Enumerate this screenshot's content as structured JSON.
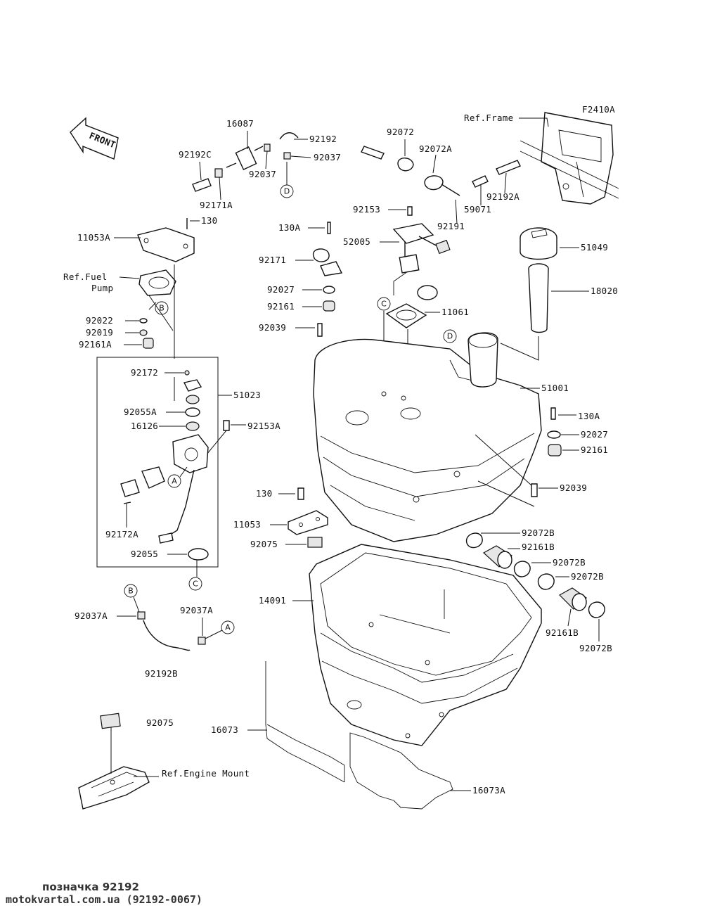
{
  "diagram_code": "F2410A",
  "front_label": "FRONT",
  "ref_labels": {
    "frame": "Ref.Frame",
    "fuel_pump_line1": "Ref.Fuel",
    "fuel_pump_line2": "Pump",
    "engine_mount": "Ref.Engine Mount"
  },
  "callouts": {
    "c16087": "16087",
    "c92192": "92192",
    "c92037_top": "92037",
    "c92037_mid": "92037",
    "c92192C": "92192C",
    "c92171A": "92171A",
    "c92072": "92072",
    "c92072A": "92072A",
    "c92192A": "92192A",
    "c59071": "59071",
    "c92191": "92191",
    "c92153": "92153",
    "c52005": "52005",
    "c130A_top": "130A",
    "c92171": "92171",
    "c92027_left": "92027",
    "c92161_left": "92161",
    "c92039_left": "92039",
    "c11061": "11061",
    "c51049": "51049",
    "c18020": "18020",
    "c51001": "51001",
    "c130A_right": "130A",
    "c92027_right": "92027",
    "c92161_right": "92161",
    "c92039_right": "92039",
    "c11053A": "11053A",
    "c130_top": "130",
    "c92022": "92022",
    "c92019": "92019",
    "c92161A": "92161A",
    "c92172": "92172",
    "c51023": "51023",
    "c92055A": "92055A",
    "c16126": "16126",
    "c92153A": "92153A",
    "c92172A": "92172A",
    "c92055": "92055",
    "c130_mid": "130",
    "c11053": "11053",
    "c92075_mid": "92075",
    "c92072B_1": "92072B",
    "c92161B_1": "92161B",
    "c92072B_2": "92072B",
    "c92072B_3": "92072B",
    "c92161B_2": "92161B",
    "c92072B_4": "92072B",
    "c14091": "14091",
    "c92037A_left": "92037A",
    "c92037A_right": "92037A",
    "c92192B": "92192B",
    "c92075_bot": "92075",
    "c16073": "16073",
    "c16073A": "16073A"
  },
  "ref_circles": {
    "B": "B",
    "C": "C",
    "D": "D",
    "A": "A"
  },
  "footer": {
    "line1": "позначка 92192",
    "line2": "motokvartal.com.ua (92192-0067)"
  }
}
